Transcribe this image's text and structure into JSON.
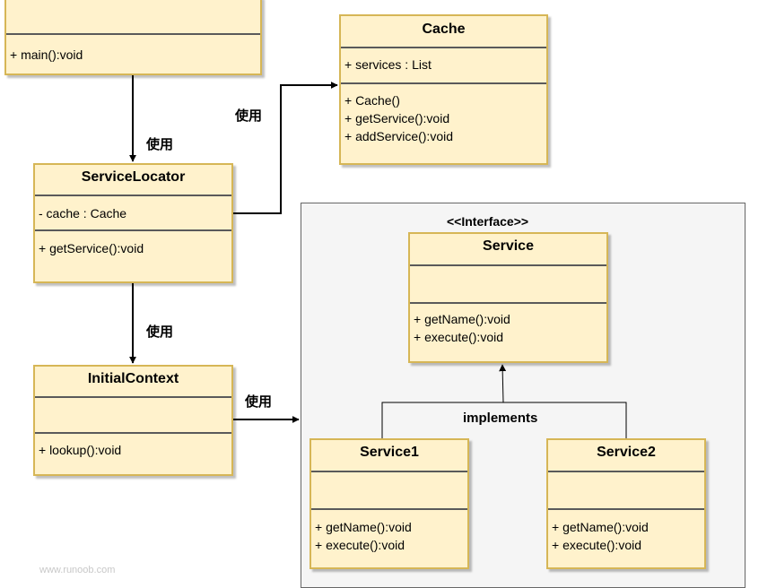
{
  "classes": {
    "client": {
      "name": "",
      "methods": [
        "+ main():void"
      ]
    },
    "cache": {
      "name": "Cache",
      "attributes": [
        "+ services : List"
      ],
      "methods": [
        "+ Cache()",
        "+ getService():void",
        "+ addService():void"
      ]
    },
    "service_locator": {
      "name": "ServiceLocator",
      "attributes": [
        "- cache : Cache"
      ],
      "methods": [
        "+ getService():void"
      ]
    },
    "initial_context": {
      "name": "InitialContext",
      "methods": [
        "+ lookup():void"
      ]
    },
    "service": {
      "stereotype": "<<Interface>>",
      "name": "Service",
      "methods": [
        "+ getName():void",
        "+ execute():void"
      ]
    },
    "service1": {
      "name": "Service1",
      "methods": [
        "+ getName():void",
        "+ execute():void"
      ]
    },
    "service2": {
      "name": "Service2",
      "methods": [
        "+ getName():void",
        "+ execute():void"
      ]
    }
  },
  "edges": {
    "client_to_locator": "使用",
    "locator_to_cache": "使用",
    "locator_to_context": "使用",
    "context_to_services": "使用",
    "implements": "implements"
  },
  "watermark": "www.runoob.com",
  "colors": {
    "class_fill": "#fff2cc",
    "class_border": "#d6b656",
    "container_fill": "#f5f5f5",
    "container_border": "#666666"
  }
}
